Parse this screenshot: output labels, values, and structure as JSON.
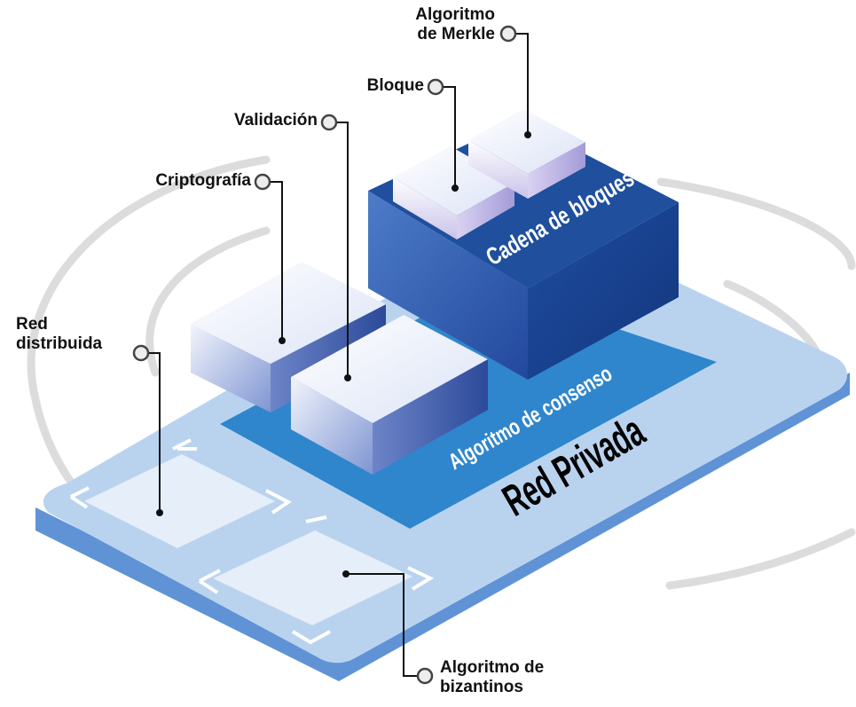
{
  "labels": {
    "merkle": {
      "line1": "Algoritmo",
      "line2": "de Merkle"
    },
    "bloque": "Bloque",
    "validacion": "Validación",
    "criptografia": "Criptografía",
    "red_distribuida": {
      "line1": "Red",
      "line2": "distribuida"
    },
    "bizantinos": {
      "line1": "Algoritmo de",
      "line2": "bizantinos"
    }
  },
  "plates": {
    "cadena": "Cadena de bloques",
    "consenso": "Algoritmo de consenso",
    "red_privada": "Red Privada"
  },
  "colors": {
    "base_top": "#b9d3ef",
    "base_side": "#5f93d6",
    "consenso_plate": "#2f86cc",
    "cadena_top": "#1f4f9d",
    "cadena_front": "#3a66b8",
    "cadena_side": "#163f8c",
    "cube_top": "#ffffff",
    "cube_front": "#8fa7df",
    "orbit": "#dcdcdc",
    "leader": "#111111"
  }
}
